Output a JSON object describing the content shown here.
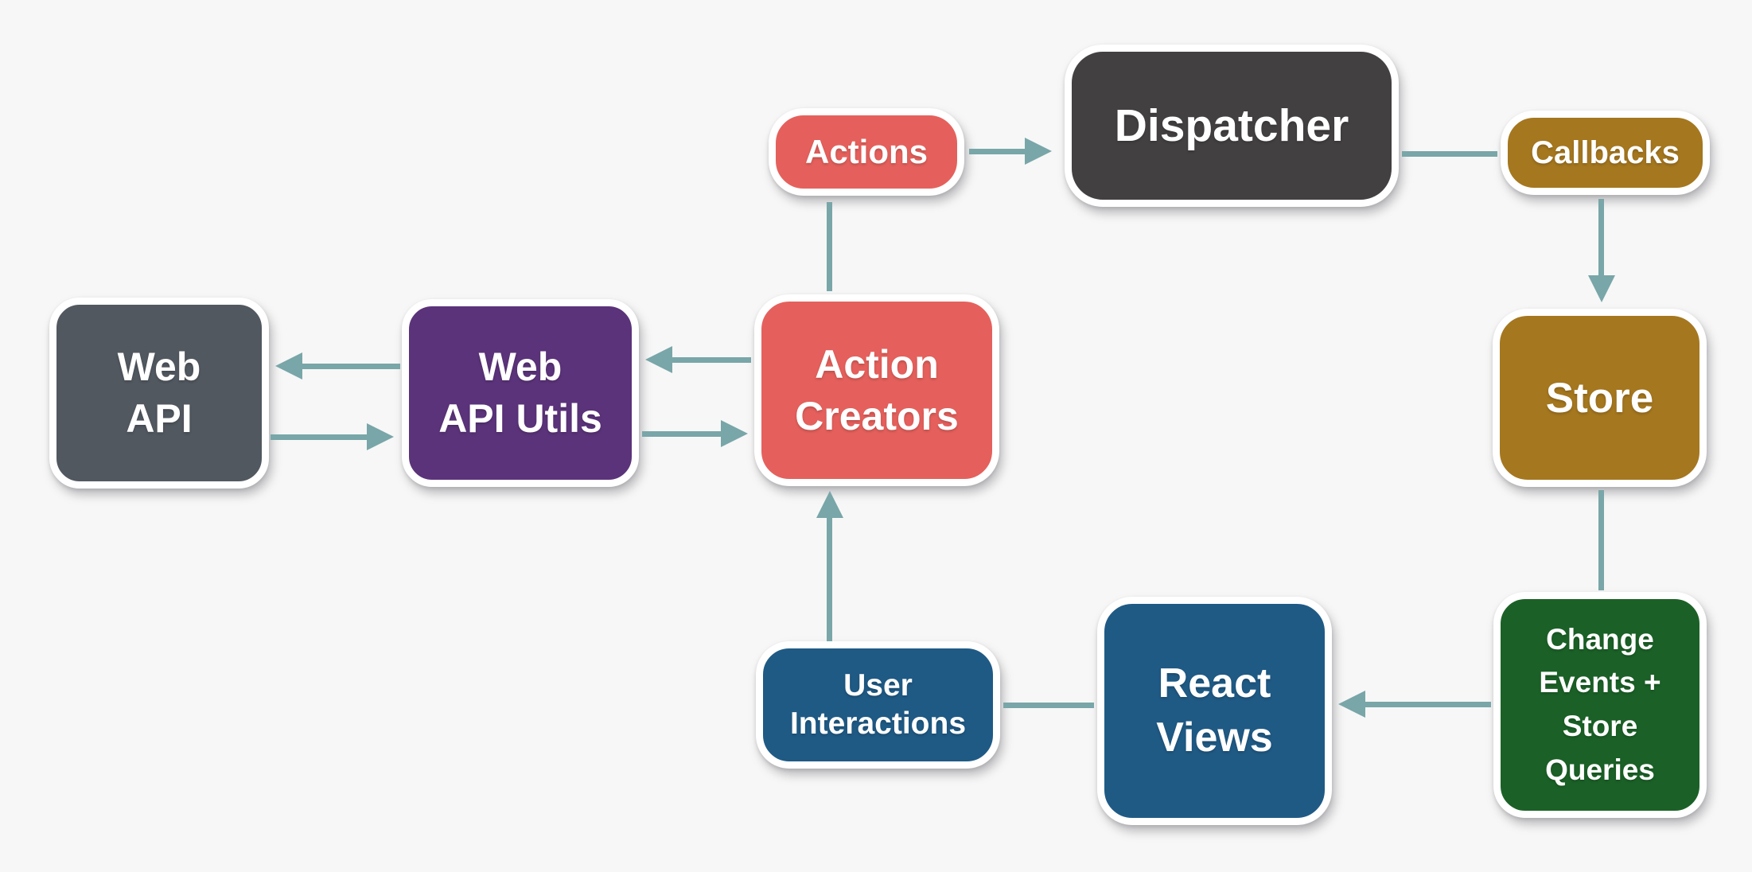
{
  "diagram": {
    "background": "#f7f7f7",
    "arrow_color": "#79a6a8",
    "node_border_color": "#ffffff",
    "text_color": "#ffffff"
  },
  "nodes": {
    "web_api": {
      "label": "Web\nAPI",
      "color": "#525860"
    },
    "web_api_utils": {
      "label": "Web\nAPI Utils",
      "color": "#5b337a"
    },
    "action_creators": {
      "label": "Action\nCreators",
      "color": "#e5605c"
    },
    "actions": {
      "label": "Actions",
      "color": "#e5605c"
    },
    "dispatcher": {
      "label": "Dispatcher",
      "color": "#434041"
    },
    "callbacks": {
      "label": "Callbacks",
      "color": "#a5771f"
    },
    "store": {
      "label": "Store",
      "color": "#a5771f"
    },
    "change_events": {
      "label": "Change\nEvents +\nStore\nQueries",
      "color": "#1b6127"
    },
    "react_views": {
      "label": "React\nViews",
      "color": "#1f5a85"
    },
    "user_interactions": {
      "label": "User\nInteractions",
      "color": "#1f5a85"
    }
  },
  "edges": [
    {
      "from": "actions",
      "to": "dispatcher",
      "arrowhead": true
    },
    {
      "from": "dispatcher",
      "to": "callbacks",
      "arrowhead": false
    },
    {
      "from": "callbacks",
      "to": "store",
      "arrowhead": true
    },
    {
      "from": "store",
      "to": "change_events",
      "arrowhead": false
    },
    {
      "from": "change_events",
      "to": "react_views",
      "arrowhead": true
    },
    {
      "from": "react_views",
      "to": "user_interactions",
      "arrowhead": false
    },
    {
      "from": "user_interactions",
      "to": "action_creators",
      "arrowhead": true
    },
    {
      "from": "action_creators",
      "to": "actions",
      "arrowhead": false
    },
    {
      "from": "web_api_utils",
      "to": "web_api",
      "arrowhead": true
    },
    {
      "from": "web_api",
      "to": "web_api_utils",
      "arrowhead": true
    },
    {
      "from": "action_creators",
      "to": "web_api_utils",
      "arrowhead": true
    },
    {
      "from": "web_api_utils",
      "to": "action_creators",
      "arrowhead": true
    }
  ]
}
